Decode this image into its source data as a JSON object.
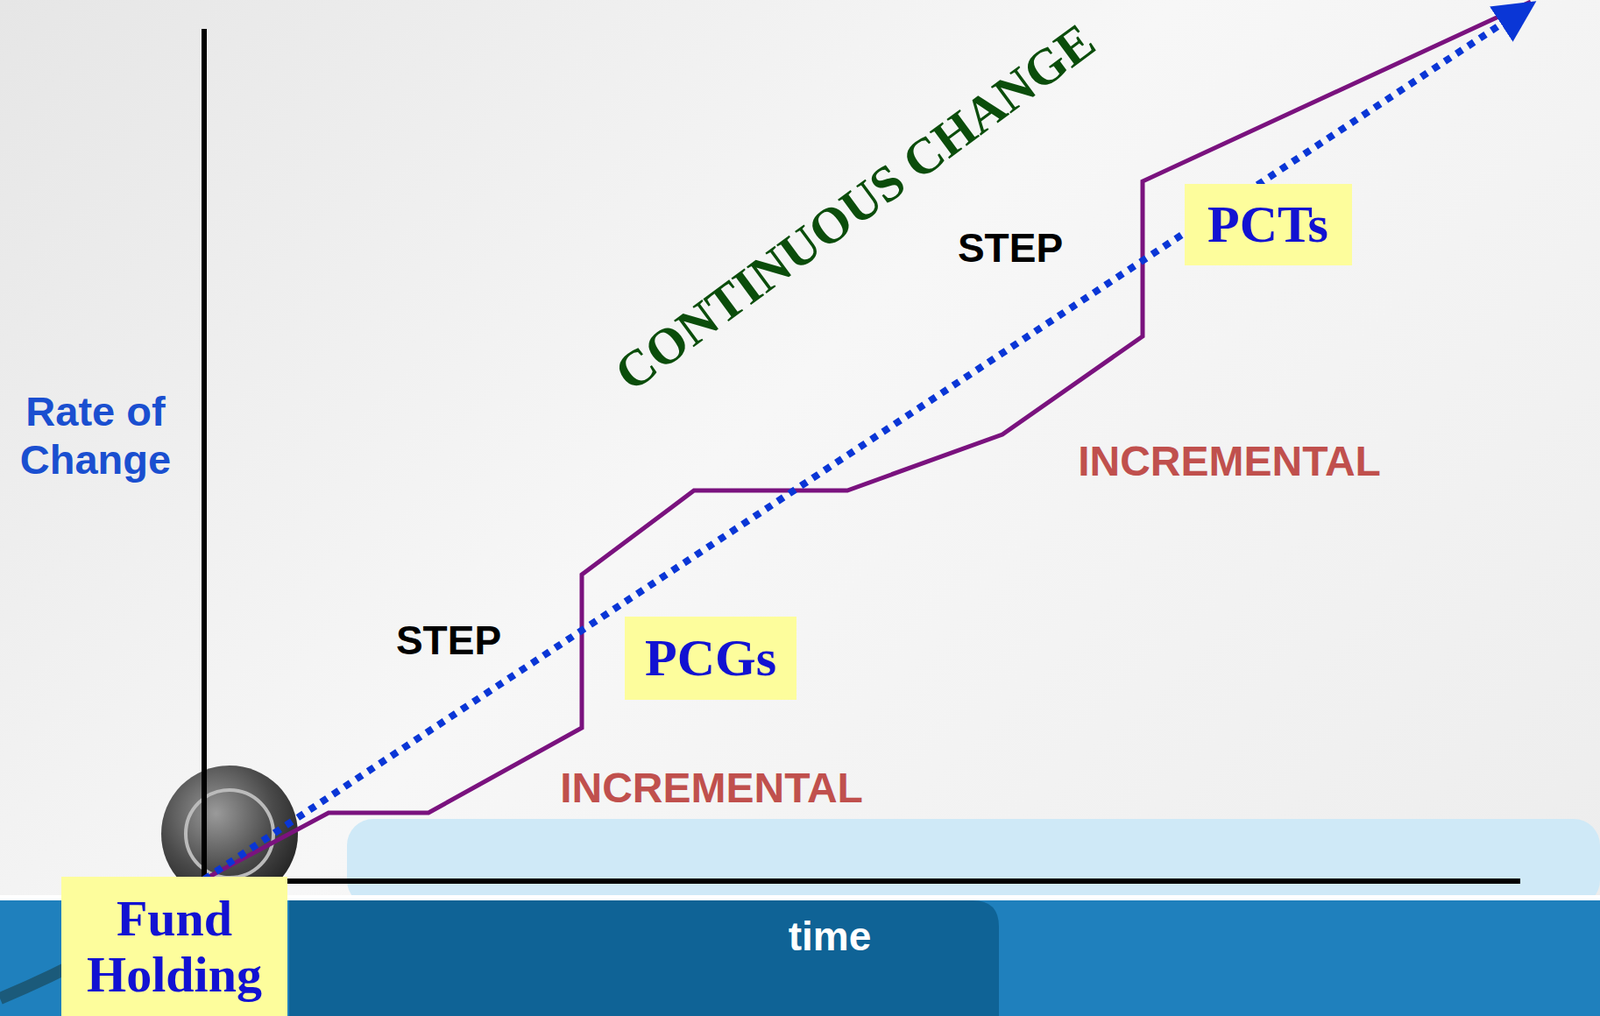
{
  "diagram": {
    "nodes": [
      {
        "text": [
          "Fund Holding"
        ]
      },
      {
        "text": [
          "PCGs"
        ]
      },
      {
        "text": [
          "PCTs"
        ]
      }
    ],
    "labels": [
      "Rate of Change",
      "time",
      "CONTINUOUS CHANGE",
      "STEP",
      "STEP",
      "INCREMENTAL",
      "INCREMENTAL"
    ]
  }
}
